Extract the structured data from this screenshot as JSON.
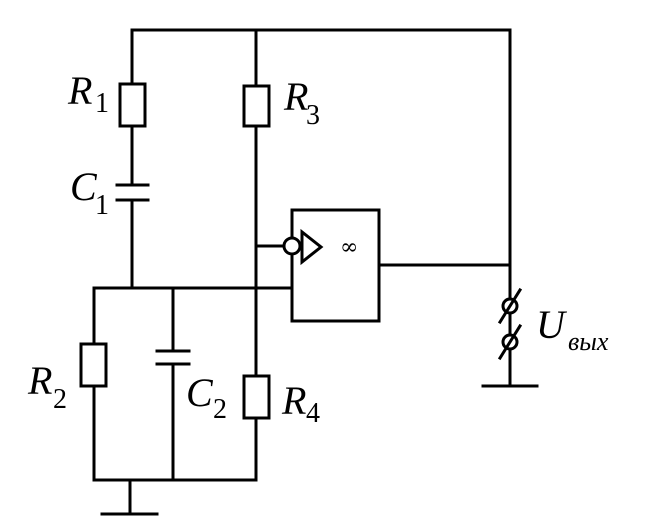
{
  "labels": {
    "r1": "R",
    "r1_sub": "1",
    "r2": "R",
    "r2_sub": "2",
    "r3": "R",
    "r3_sub": "3",
    "r4": "R",
    "r4_sub": "4",
    "c1": "C",
    "c1_sub": "1",
    "c2": "C",
    "c2_sub": "2",
    "out": "U",
    "out_sub": "вых",
    "amp_symbol": "∞"
  }
}
